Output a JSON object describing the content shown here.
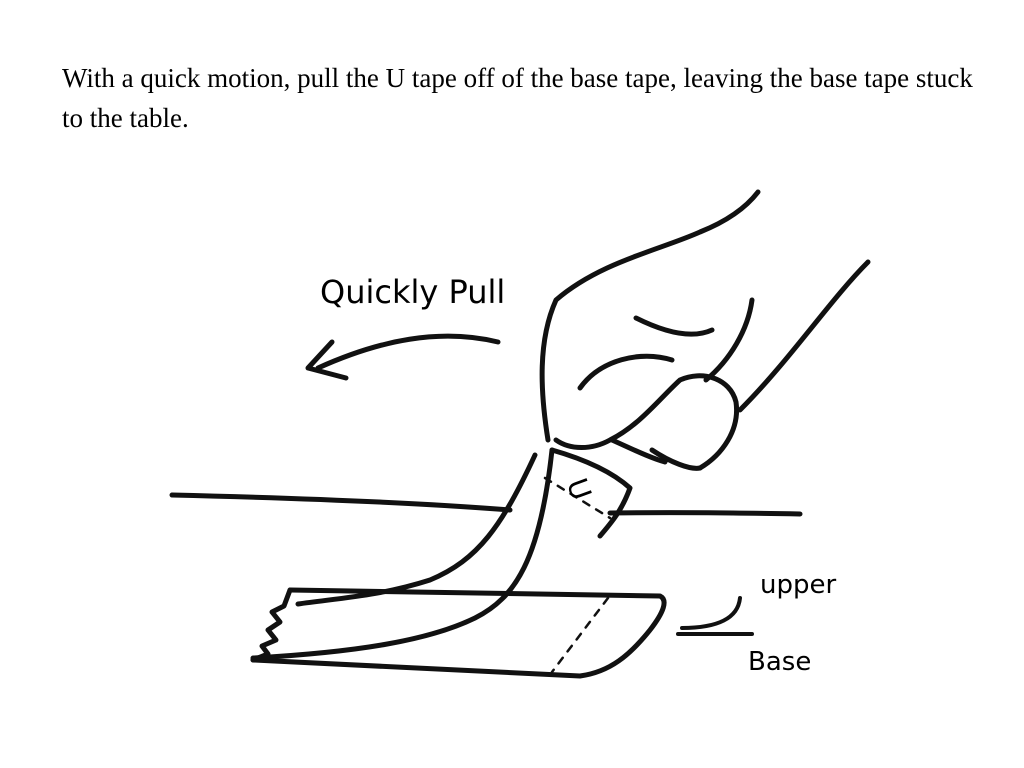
{
  "instruction": {
    "text": "With a quick motion, pull the U tape off of the base tape, leaving the base tape stuck to the table."
  },
  "illustration": {
    "pull_label": "Quickly Pull",
    "tape_letter": "U",
    "upper_label": "upper",
    "base_label": "Base",
    "icons": [
      "hand-icon",
      "arrow-left-icon",
      "tape-strip-icon",
      "table-edge-icon"
    ]
  },
  "colors": {
    "ink": "#111111",
    "background": "#ffffff"
  }
}
